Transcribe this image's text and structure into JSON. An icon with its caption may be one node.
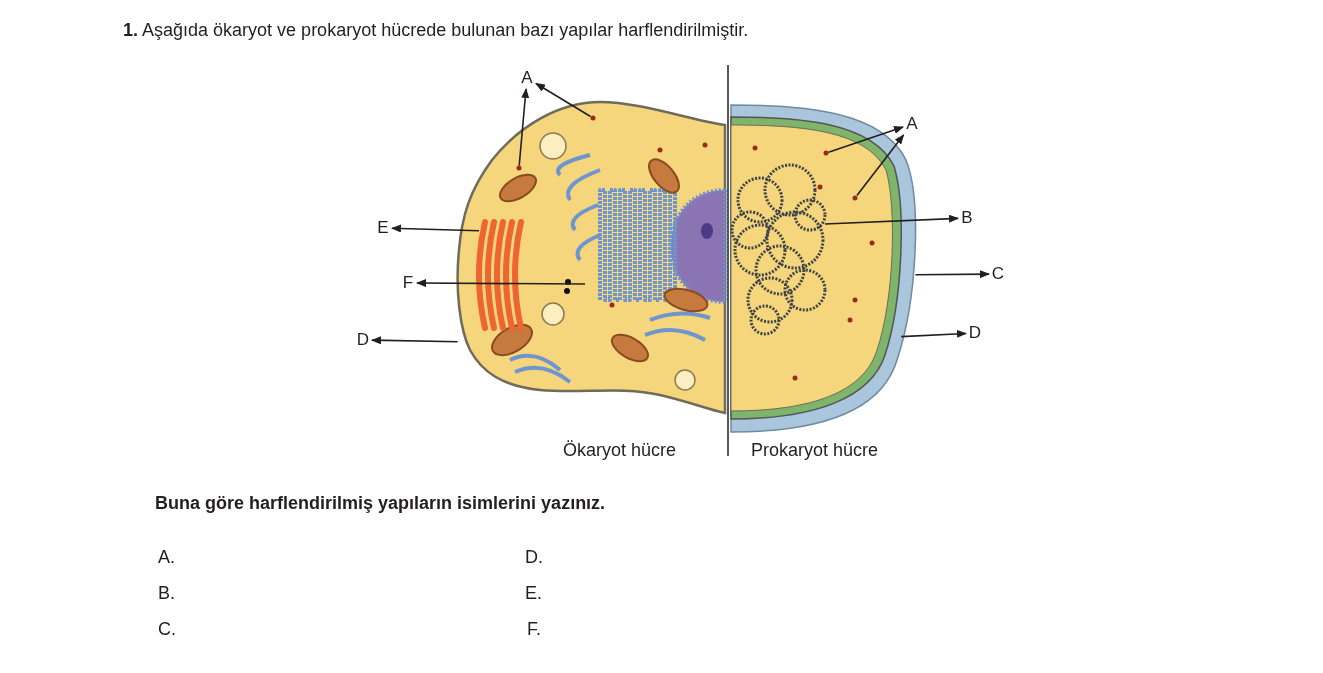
{
  "diagram": {
    "title": "**1.** Aşağıda ökaryot ve prokaryot hücrede bulunan bazı yapılar harflendirilmiştir.",
    "nodes": [
      {
        "text": [
          "A"
        ]
      },
      {
        "text": [
          "E"
        ]
      },
      {
        "text": [
          "F"
        ]
      },
      {
        "text": [
          "D"
        ]
      },
      {
        "text": [
          "A"
        ]
      },
      {
        "text": [
          "B"
        ]
      },
      {
        "text": [
          "C"
        ]
      },
      {
        "text": [
          "D"
        ]
      },
      {
        "text": [],
        "shape": "circle",
        "in": 12
      },
      {
        "text": [],
        "shape": "circle",
        "in": 12
      },
      {
        "text": [],
        "shape": "picture",
        "in": 12
      },
      {
        "text": [],
        "shape": "picture",
        "in": 12
      },
      {
        "text": [],
        "shape": "picture"
      },
      {
        "text": [],
        "shape": "circle",
        "in": 17
      },
      {
        "text": [],
        "shape": "circle",
        "in": 17
      },
      {
        "text": [],
        "shape": "picture",
        "in": 17
      },
      {
        "text": [],
        "shape": "picture"
      },
      {
        "text": [],
        "shape": "picture",
        "in": 16
      }
    ],
    "edges": [
      {
        "from": 8,
        "to": 0,
        "arrow": "to"
      },
      {
        "from": 9,
        "to": 0,
        "arrow": "to"
      },
      {
        "from": 10,
        "to": 1,
        "arrow": "to"
      },
      {
        "from": 11,
        "to": 2,
        "arrow": "to"
      },
      {
        "from": 12,
        "to": 3,
        "arrow": "to"
      },
      {
        "from": 13,
        "to": 4,
        "arrow": "to"
      },
      {
        "from": 14,
        "to": 4,
        "arrow": "to"
      },
      {
        "from": 15,
        "to": 5,
        "arrow": "to"
      },
      {
        "from": 16,
        "to": 6,
        "arrow": "to"
      },
      {
        "from": 17,
        "to": 7,
        "arrow": "to"
      }
    ],
    "labels": [
      "Ökaryot hücre",
      "Prokaryot hücre",
      "Buna göre harflendirilmiş yapıların isimlerini yazınız.",
      "A.",
      "D.",
      "B.",
      "E.",
      "C.",
      "F."
    ]
  }
}
